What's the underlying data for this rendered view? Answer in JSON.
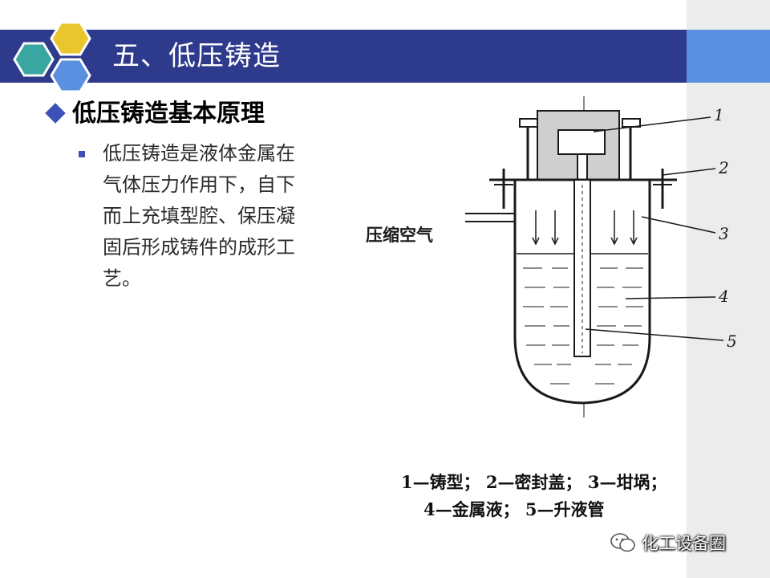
{
  "slide": {
    "title": "五、低压铸造",
    "heading": "低压铸造基本原理",
    "body": "低压铸造是液体金属在气体压力作用下，自下而上充填型腔、保压凝固后形成铸件的成形工艺。",
    "colors": {
      "header": "#2e3a8c",
      "accent": "#5b8fe0",
      "bullet": "#3d4fb8"
    }
  },
  "diagram": {
    "air_label": "压缩空气",
    "callouts": [
      "1",
      "2",
      "3",
      "4",
      "5"
    ],
    "caption_line1": "1—铸型；  2—密封盖；  3—坩埚；",
    "caption_line2": "4—金属液；  5—升液管"
  },
  "watermark": {
    "text": "化工设备圈",
    "icon": "wechat-icon"
  }
}
